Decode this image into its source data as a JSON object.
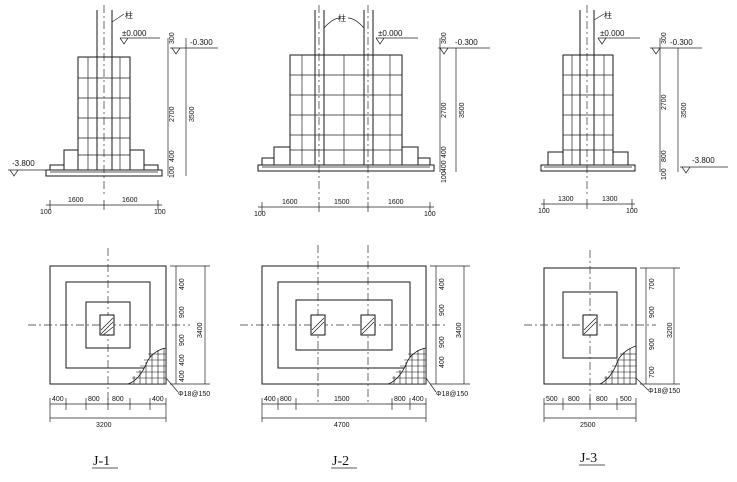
{
  "sections": [
    {
      "id": "J-1",
      "label": "J-1",
      "column_label": "柱",
      "elev_top": "±0.000",
      "elev_grade": "-0.300",
      "elev_bottom": "-3.800",
      "vdims": [
        "300",
        "2700",
        "3500",
        "400",
        "100"
      ],
      "hdims": [
        "1600",
        "1600"
      ],
      "hends": [
        "100",
        "100"
      ],
      "plan_vdims": [
        "400",
        "900",
        "900",
        "400",
        "400",
        "3400"
      ],
      "plan_hdims": [
        "400",
        "800",
        "800",
        "400"
      ],
      "plan_total": "3200",
      "rebar": "Φ18@150"
    },
    {
      "id": "J-2",
      "label": "J-2",
      "column_label": "柱",
      "elev_top": "±0.000",
      "elev_grade": "-0.300",
      "vdims": [
        "300",
        "2700",
        "3500",
        "400",
        "400",
        "100"
      ],
      "hdims": [
        "1600",
        "1500",
        "1600"
      ],
      "hends": [
        "100",
        "100"
      ],
      "plan_vdims": [
        "400",
        "900",
        "900",
        "400",
        "3400"
      ],
      "plan_hdims": [
        "400",
        "800",
        "1500",
        "800",
        "400"
      ],
      "plan_total": "4700",
      "rebar": "Φ18@150"
    },
    {
      "id": "J-3",
      "label": "J-3",
      "column_label": "柱",
      "elev_top": "±0.000",
      "elev_grade": "-0.300",
      "elev_bottom": "-3.800",
      "vdims": [
        "300",
        "2700",
        "3500",
        "800",
        "100"
      ],
      "hdims": [
        "1300",
        "1300"
      ],
      "hends": [
        "100",
        "100"
      ],
      "plan_vdims": [
        "700",
        "900",
        "900",
        "700",
        "3200"
      ],
      "plan_hdims": [
        "500",
        "800",
        "800",
        "500"
      ],
      "plan_total": "2500",
      "rebar": "Φ18@150"
    }
  ]
}
